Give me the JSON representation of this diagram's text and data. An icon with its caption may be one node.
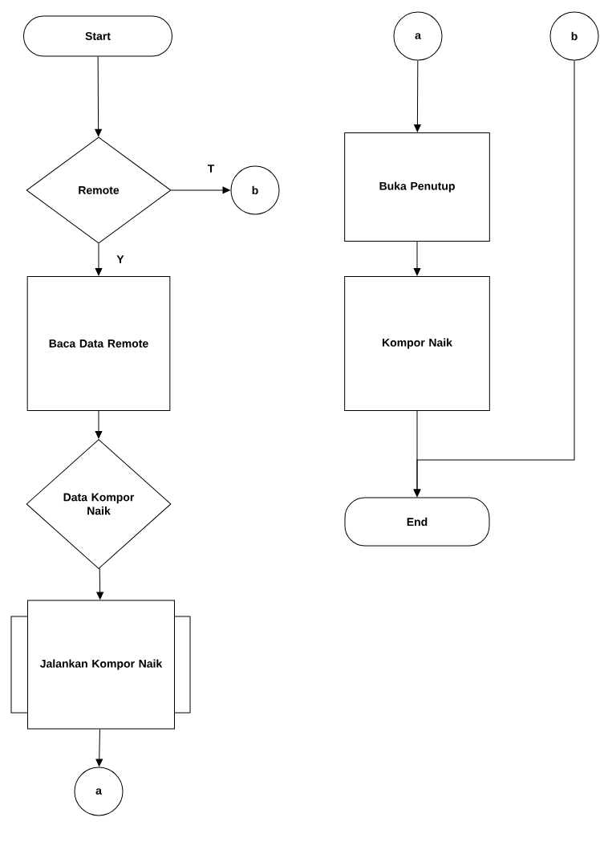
{
  "diagram": {
    "nodes": [
      {
        "text": [
          "Start"
        ]
      },
      {
        "text": [
          "Remote"
        ]
      },
      {
        "text": [
          "b"
        ]
      },
      {
        "text": [
          "Baca Data Remote"
        ]
      },
      {
        "text": [
          "Data Kompor Naik"
        ]
      },
      {
        "text": [
          "Jalankan Kompor Naik"
        ]
      },
      {
        "text": [
          "a"
        ]
      },
      {
        "text": [
          "a"
        ]
      },
      {
        "text": [
          "b"
        ]
      },
      {
        "text": [
          "Buka Penutup"
        ]
      },
      {
        "text": [
          "Kompor Naik"
        ]
      },
      {
        "text": [
          "End"
        ]
      }
    ],
    "edges": [
      {
        "from": 0,
        "to": 1,
        "arrow": "to"
      },
      {
        "from": 1,
        "to": 2,
        "arrow": "to",
        "label": "T"
      },
      {
        "from": 1,
        "to": 3,
        "arrow": "to",
        "label": "Y"
      },
      {
        "from": 3,
        "to": 4,
        "arrow": "to"
      },
      {
        "from": 4,
        "to": 5,
        "arrow": "to"
      },
      {
        "from": 5,
        "to": 6,
        "arrow": "to"
      },
      {
        "from": 7,
        "to": 9,
        "arrow": "to"
      },
      {
        "from": 9,
        "to": 10,
        "arrow": "to"
      },
      {
        "from": 10,
        "to": 11,
        "arrow": "to"
      },
      {
        "from": 8,
        "to": 11,
        "arrow": "to"
      }
    ]
  }
}
